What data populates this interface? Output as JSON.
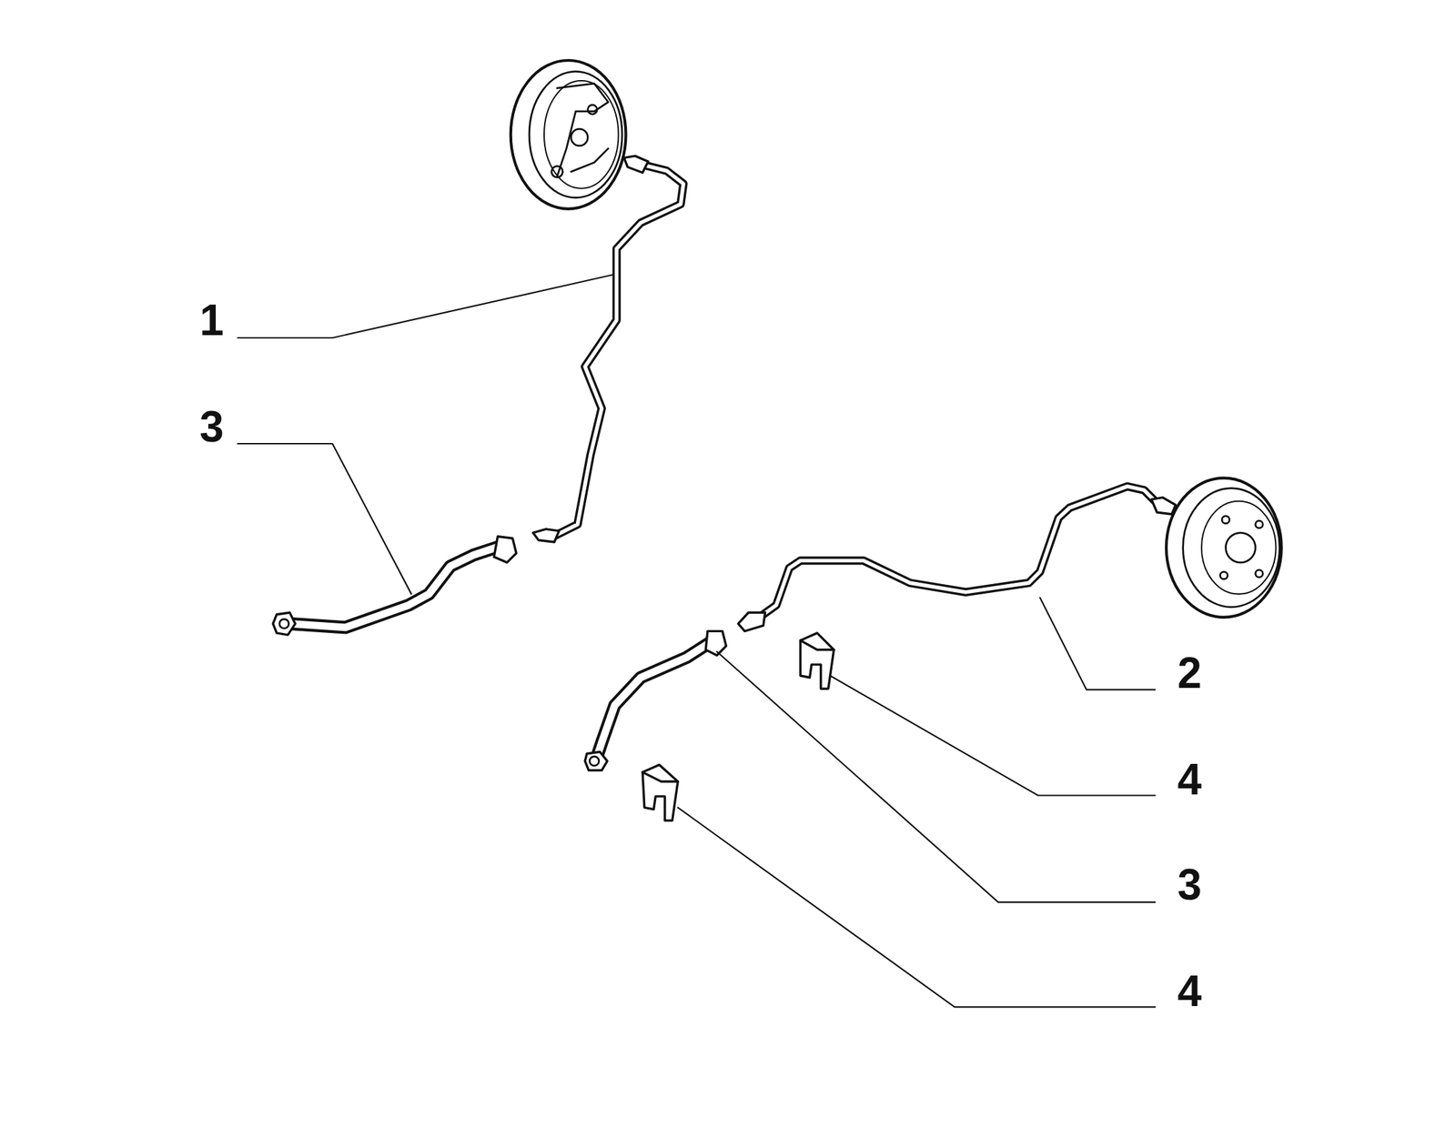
{
  "diagram": {
    "labels": [
      "1",
      "3",
      "2",
      "4",
      "3",
      "4"
    ]
  }
}
